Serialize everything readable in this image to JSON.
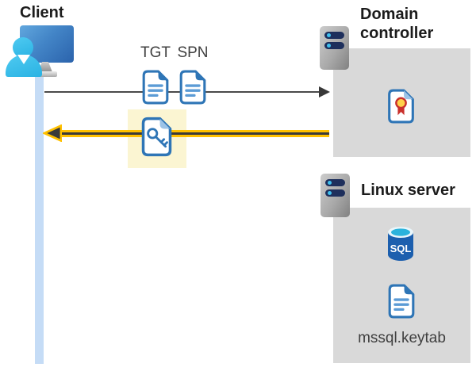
{
  "client": {
    "label": "Client"
  },
  "flow": {
    "tgt_label": "TGT",
    "spn_label": "SPN"
  },
  "domain_controller": {
    "title": "Domain controller"
  },
  "linux_server": {
    "title": "Linux server",
    "database_label": "SQL",
    "keytab_filename": "mssql.keytab"
  },
  "colors": {
    "doc_border_blue": "#2e75b6",
    "doc_line_blue": "#5b9bd5",
    "highlight_yellow": "#fbf5d2",
    "arrow_yellow": "#ffc000",
    "arrow_dark": "#3a3a3a",
    "request_arrow_gray": "#4a4a4a",
    "box_gray": "#d9d9d9",
    "timeline_blue": "#c5dcf6",
    "server_bar_navy": "#1e2f5c",
    "server_dot_cyan": "#3fc0ee",
    "sql_body_blue": "#1c5fae",
    "sql_top_cyan": "#2bb3dc",
    "certificate_red": "#c9302c",
    "certificate_gold": "#ffd24a",
    "person_cyan": "#38bfea",
    "monitor_blue": "#2b63ac"
  }
}
